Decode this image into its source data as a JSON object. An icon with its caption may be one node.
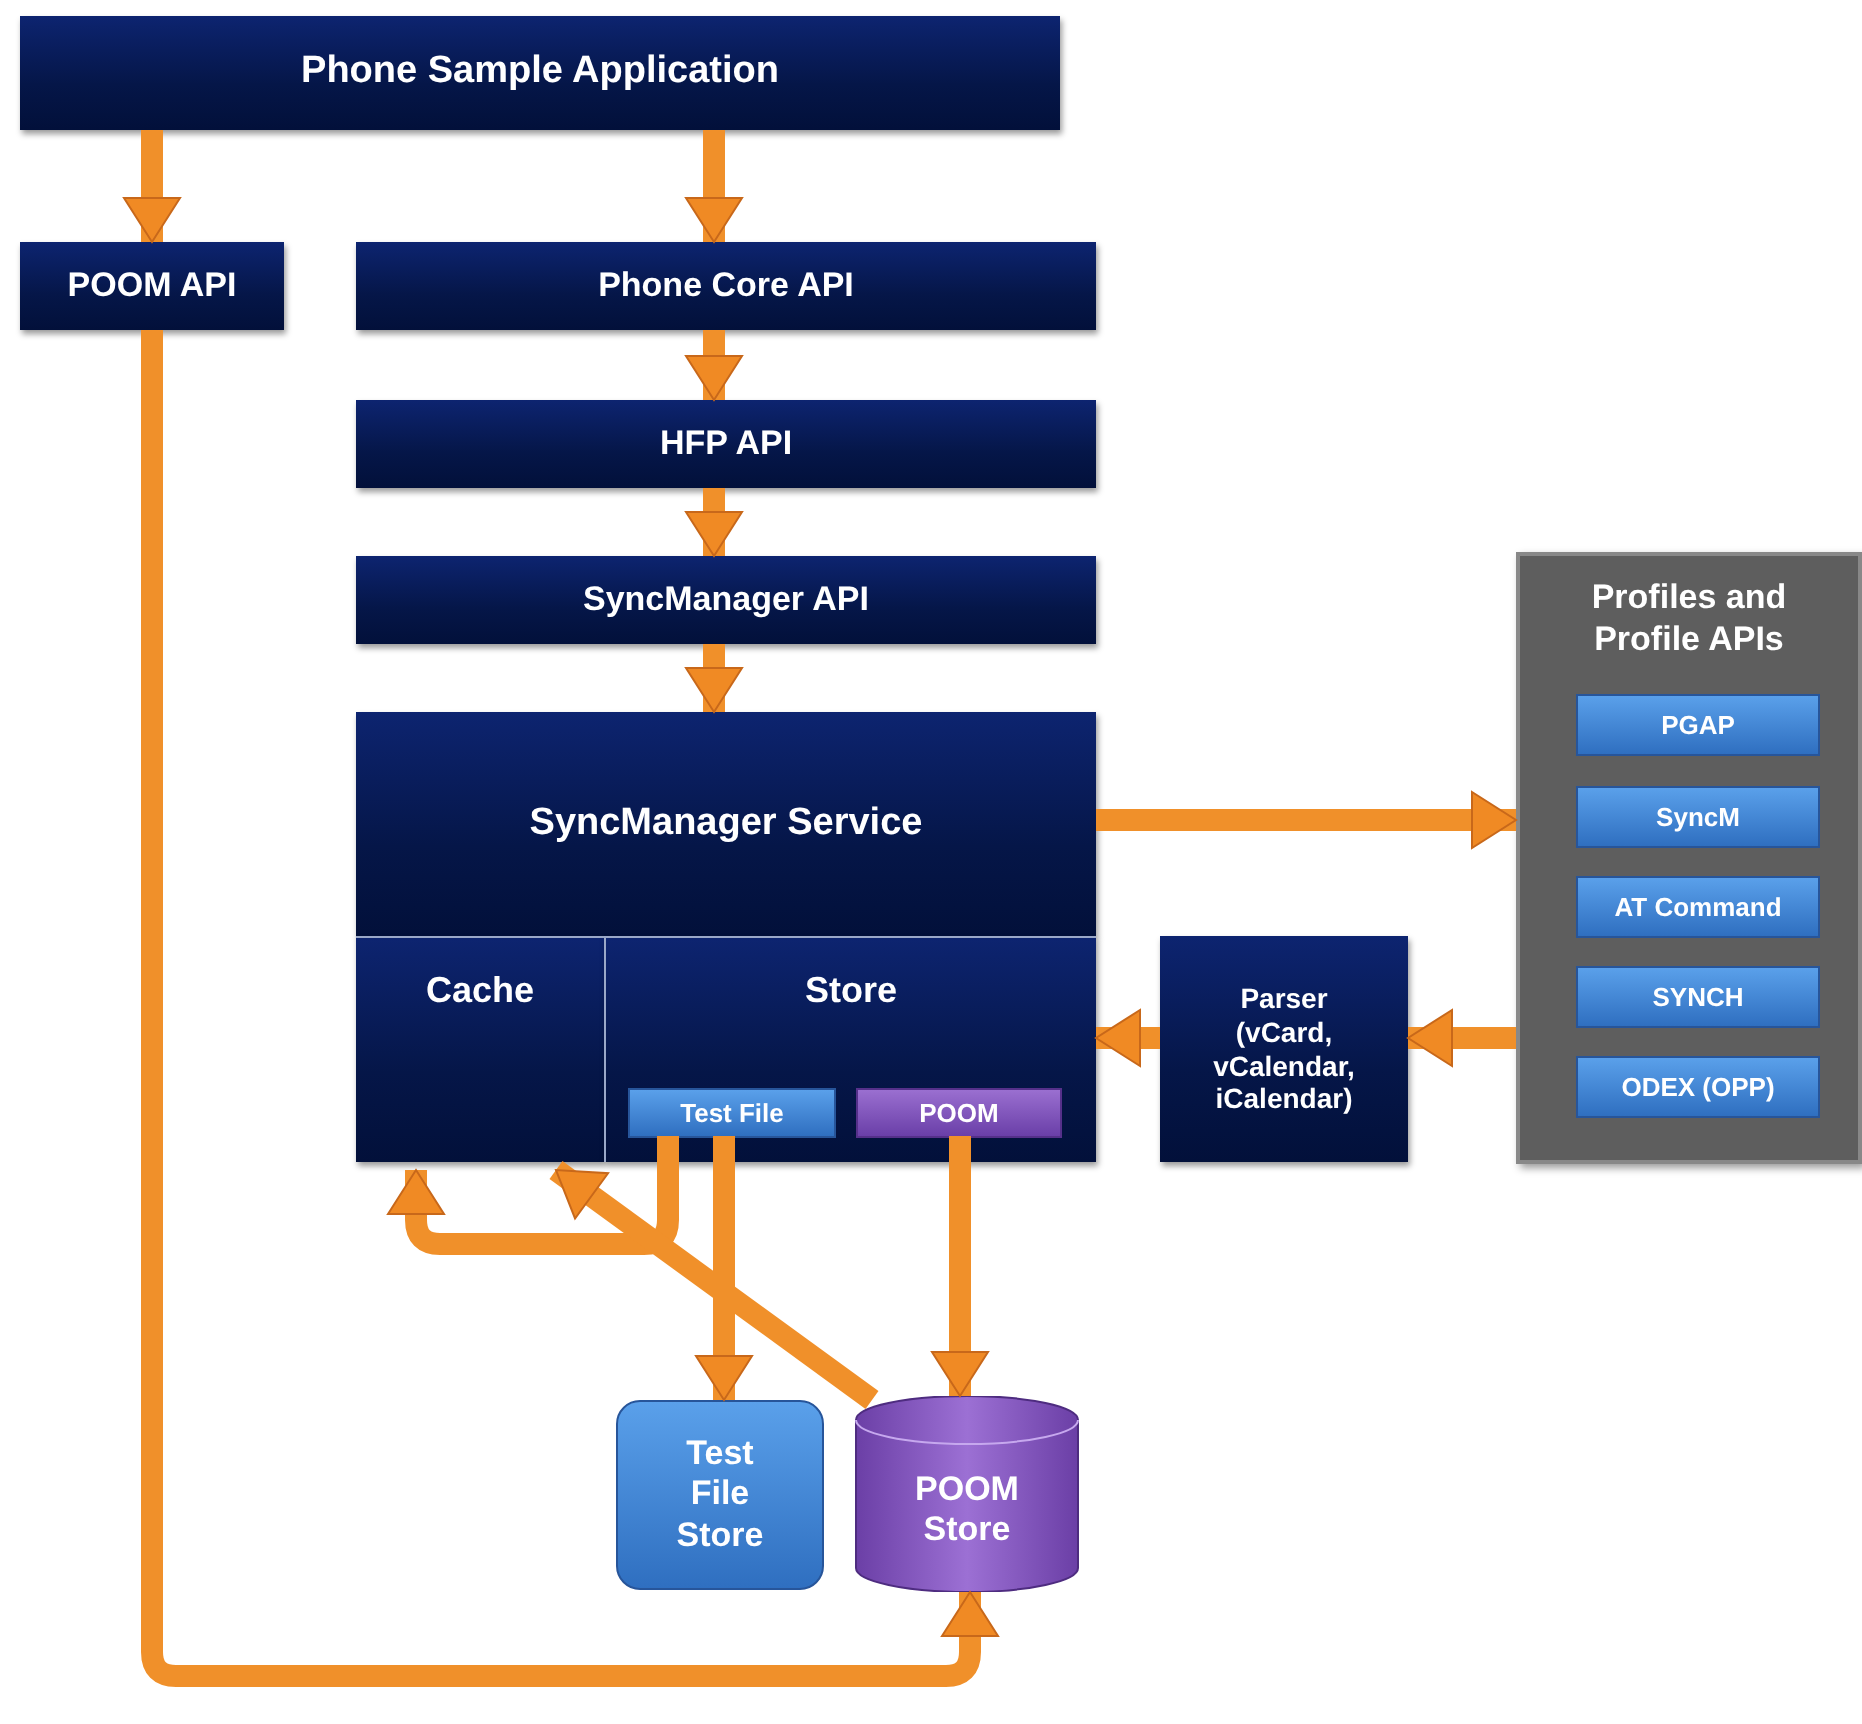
{
  "diagram": {
    "nodes": [
      {
        "text": [
          "Phone Sample Application"
        ]
      },
      {
        "text": [
          "POOM API"
        ]
      },
      {
        "text": [
          "Phone Core API"
        ]
      },
      {
        "text": [
          "HFP API"
        ]
      },
      {
        "text": [
          "SyncManager API"
        ]
      },
      {
        "text": [
          "SyncManager Service"
        ]
      },
      {
        "text": [
          "Cache"
        ]
      },
      {
        "text": [
          "Store"
        ]
      },
      {
        "text": [
          "Test File"
        ],
        "in": 7
      },
      {
        "text": [
          "POOM"
        ],
        "in": 7
      },
      {
        "text": [
          "Parser (vCard, vCalendar, iCalendar)"
        ]
      },
      {
        "text": [
          "Profiles and Profile APIs"
        ]
      },
      {
        "text": [
          "PGAP"
        ],
        "in": 11
      },
      {
        "text": [
          "SyncM"
        ],
        "in": 11
      },
      {
        "text": [
          "AT Command"
        ],
        "in": 11
      },
      {
        "text": [
          "SYNCH"
        ],
        "in": 11
      },
      {
        "text": [
          "ODEX (OPP)"
        ],
        "in": 11
      },
      {
        "text": [
          "Test File Store"
        ]
      },
      {
        "text": [
          "POOM Store"
        ]
      }
    ],
    "edges": [
      {
        "from": 0,
        "to": 1,
        "arrow": "to"
      },
      {
        "from": 0,
        "to": 2,
        "arrow": "to"
      },
      {
        "from": 2,
        "to": 3,
        "arrow": "to"
      },
      {
        "from": 3,
        "to": 4,
        "arrow": "to"
      },
      {
        "from": 4,
        "to": 5,
        "arrow": "to"
      },
      {
        "from": 5,
        "to": 11,
        "arrow": "to"
      },
      {
        "from": 11,
        "to": 10,
        "arrow": "to"
      },
      {
        "from": 10,
        "to": 7,
        "arrow": "to"
      },
      {
        "from": 8,
        "to": 6,
        "arrow": "to"
      },
      {
        "from": 18,
        "to": 6,
        "arrow": "to"
      },
      {
        "from": 8,
        "to": 17,
        "arrow": "to"
      },
      {
        "from": 9,
        "to": 18,
        "arrow": "to"
      },
      {
        "from": 1,
        "to": 18,
        "arrow": "to"
      }
    ]
  }
}
